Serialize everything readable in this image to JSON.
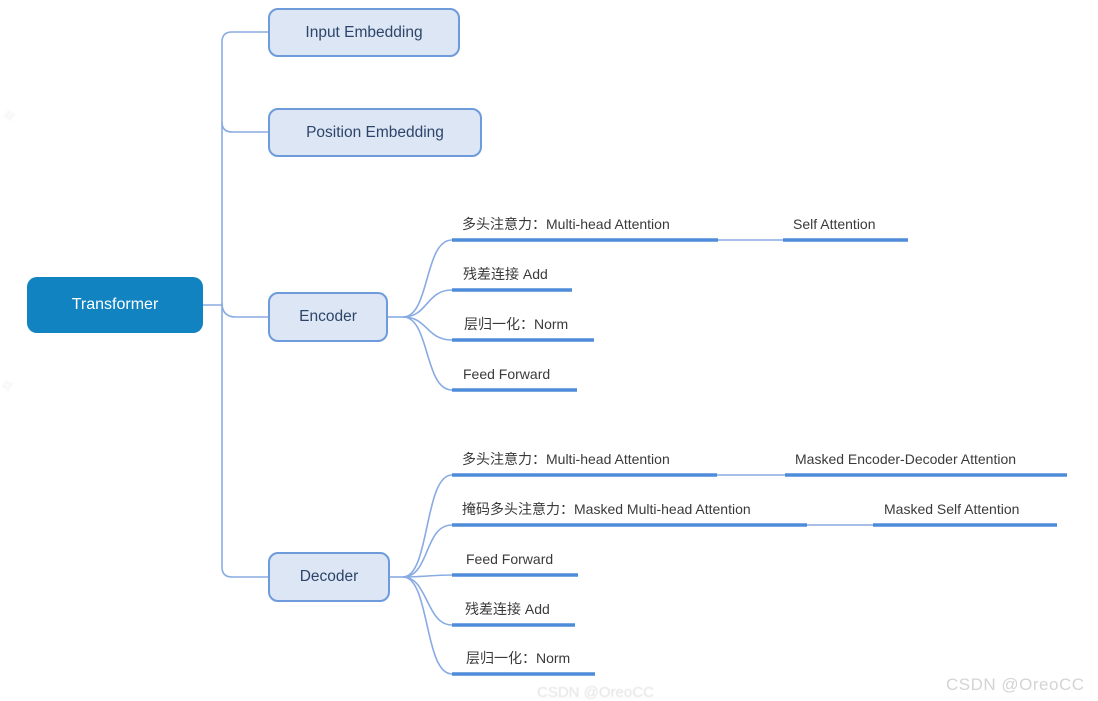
{
  "root": {
    "label": "Transformer"
  },
  "nodes": {
    "input_embedding": {
      "label": "Input Embedding"
    },
    "position_embedding": {
      "label": "Position Embedding"
    },
    "encoder": {
      "label": "Encoder",
      "children": [
        {
          "label": "多头注意力：Multi-head Attention",
          "children": [
            {
              "label": "Self Attention"
            }
          ]
        },
        {
          "label": "残差连接 Add"
        },
        {
          "label": "层归一化：Norm"
        },
        {
          "label": "Feed Forward"
        }
      ]
    },
    "decoder": {
      "label": "Decoder",
      "children": [
        {
          "label": "多头注意力：Multi-head Attention",
          "children": [
            {
              "label": "Masked Encoder-Decoder Attention"
            }
          ]
        },
        {
          "label": "掩码多头注意力：Masked Multi-head Attention",
          "children": [
            {
              "label": "Masked Self Attention"
            }
          ]
        },
        {
          "label": "Feed Forward"
        },
        {
          "label": "残差连接 Add"
        },
        {
          "label": "层归一化：Norm"
        }
      ]
    }
  },
  "watermark": {
    "text": "CSDN @OreoCC"
  },
  "colors": {
    "root_fill": "#1183C0",
    "node_fill": "#DCE6F5",
    "node_border": "#6D9BDB",
    "node_text": "#2E4569",
    "branch_line": "#89ABE3",
    "topic_underline": "#4E8CD9",
    "topic_text": "#3A3A3A",
    "watermark": "#D4D4D4"
  }
}
